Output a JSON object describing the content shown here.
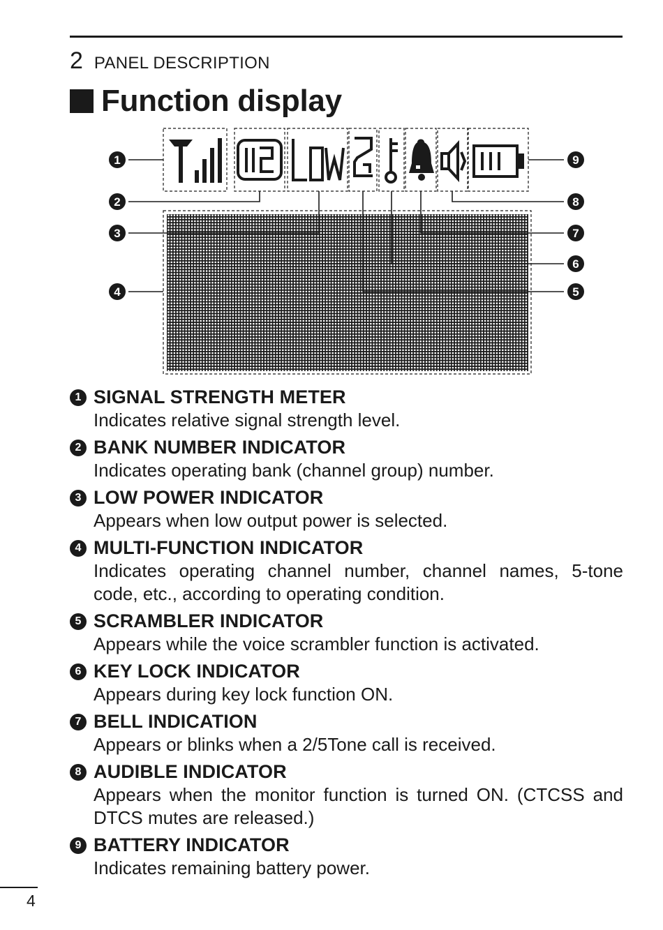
{
  "header": {
    "section_number": "2",
    "section_title": "PANEL DESCRIPTION"
  },
  "heading": "Function display",
  "figure": {
    "callouts": [
      "❶",
      "❷",
      "❸",
      "❹",
      "❺",
      "❻",
      "❼",
      "❽",
      "❾"
    ],
    "icons": [
      "signal-strength-icon",
      "bank-number-icon",
      "low-power-icon",
      "scrambler-icon",
      "key-lock-icon",
      "bell-icon",
      "speaker-icon",
      "battery-icon"
    ]
  },
  "items": [
    {
      "num": "1",
      "title": "SIGNAL STRENGTH METER",
      "desc": "Indicates relative signal strength level."
    },
    {
      "num": "2",
      "title": "BANK NUMBER INDICATOR",
      "desc": "Indicates operating bank (channel group) number."
    },
    {
      "num": "3",
      "title": "LOW POWER INDICATOR",
      "desc": "Appears when low output power is selected."
    },
    {
      "num": "4",
      "title": "MULTI-FUNCTION INDICATOR",
      "desc": "Indicates operating channel number, channel names, 5-tone code, etc., according to operating condition."
    },
    {
      "num": "5",
      "title": "SCRAMBLER INDICATOR",
      "desc": "Appears while the voice scrambler function is activated."
    },
    {
      "num": "6",
      "title": "KEY LOCK INDICATOR",
      "desc": "Appears during key lock function ON."
    },
    {
      "num": "7",
      "title": "BELL INDICATION",
      "desc": "Appears or blinks when a 2/5Tone call is received."
    },
    {
      "num": "8",
      "title": "AUDIBLE INDICATOR",
      "desc": "Appears when the monitor function is turned ON. (CTCSS and DTCS mutes are released.)"
    },
    {
      "num": "9",
      "title": "BATTERY INDICATOR",
      "desc": "Indicates remaining battery power."
    }
  ],
  "page_number": "4"
}
